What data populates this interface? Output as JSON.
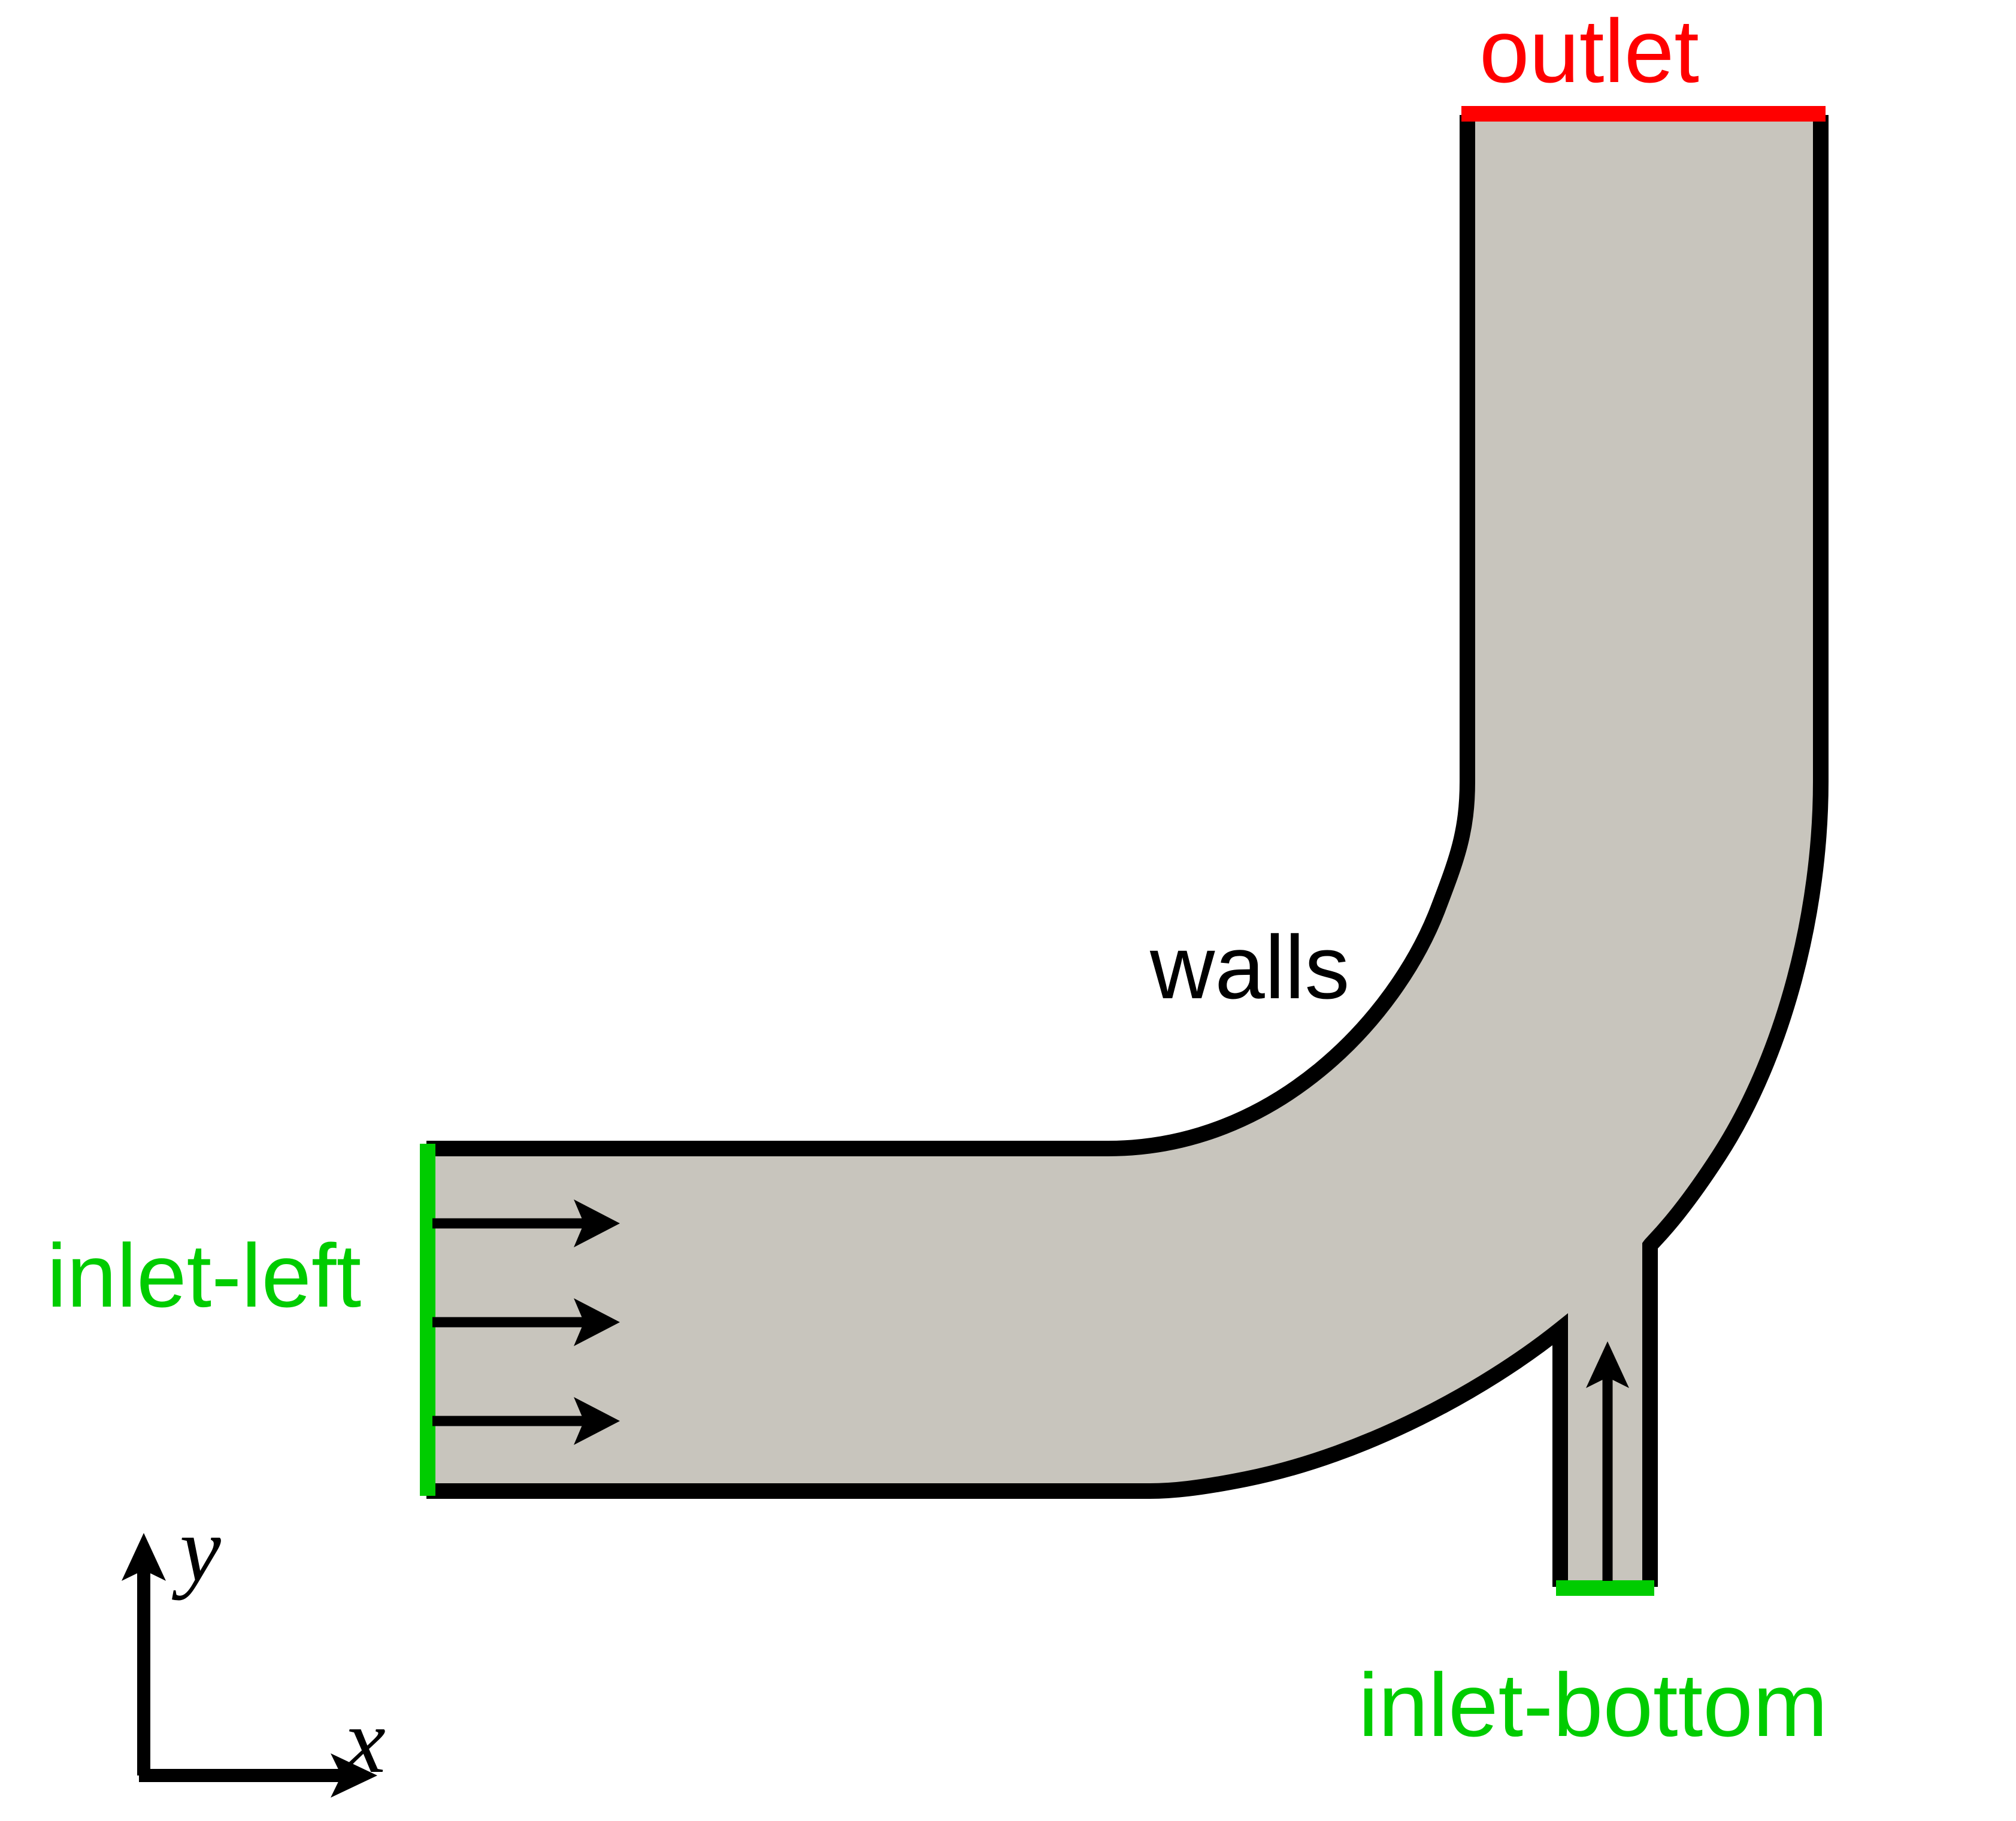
{
  "figure": {
    "type": "geometry-schematic",
    "title": "",
    "background_color": "#ffffff",
    "fluid_fill_color": "#c8c5bd",
    "wall_color": "#000000",
    "inlet_color": "#00cc00",
    "outlet_color": "#ff0000"
  },
  "labels": {
    "outlet": "outlet",
    "inlet_left": "inlet-left",
    "inlet_bottom": "inlet-bottom",
    "walls": "walls",
    "axis_y": "y",
    "axis_x": "x"
  },
  "boundaries": [
    {
      "name": "inlet-left",
      "kind": "inlet",
      "color": "#00cc00",
      "orientation": "vertical",
      "location": "left end of horizontal channel"
    },
    {
      "name": "inlet-bottom",
      "kind": "inlet",
      "color": "#00cc00",
      "orientation": "horizontal",
      "location": "bottom end of narrow vertical channel"
    },
    {
      "name": "outlet",
      "kind": "outlet",
      "color": "#ff0000",
      "orientation": "horizontal",
      "location": "top end of vertical channel"
    },
    {
      "name": "walls",
      "kind": "wall",
      "color": "#000000",
      "orientation": "mixed",
      "location": "all remaining bounding curves"
    }
  ],
  "flow_arrows": {
    "inlet_left": {
      "count": 3,
      "direction": "right"
    },
    "inlet_bottom": {
      "count": 1,
      "direction": "up"
    }
  },
  "axes": {
    "x_direction": "right",
    "y_direction": "up"
  }
}
